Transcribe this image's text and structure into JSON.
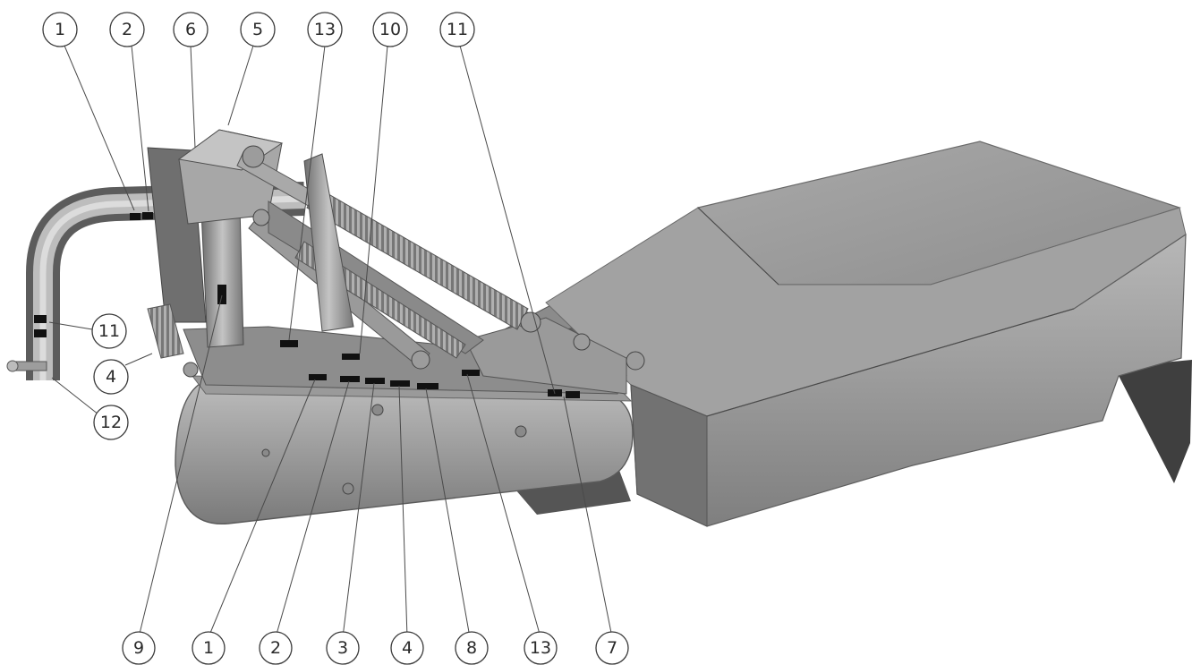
{
  "diagram": {
    "colors": {
      "metal_light": "#c9c9c9",
      "metal_mid": "#9d9d9d",
      "metal_dark": "#6c6c6c",
      "metal_shadow": "#4a4a4a",
      "outline": "#3a3a3a",
      "warning_label": "#111111"
    },
    "callouts": [
      {
        "id": "top-1",
        "number": "1"
      },
      {
        "id": "top-2",
        "number": "2"
      },
      {
        "id": "top-6",
        "number": "6"
      },
      {
        "id": "top-5",
        "number": "5"
      },
      {
        "id": "top-13",
        "number": "13"
      },
      {
        "id": "top-10",
        "number": "10"
      },
      {
        "id": "top-11",
        "number": "11"
      },
      {
        "id": "left-11",
        "number": "11"
      },
      {
        "id": "left-4",
        "number": "4"
      },
      {
        "id": "left-12",
        "number": "12"
      },
      {
        "id": "bottom-9",
        "number": "9"
      },
      {
        "id": "bottom-1",
        "number": "1"
      },
      {
        "id": "bottom-2",
        "number": "2"
      },
      {
        "id": "bottom-3",
        "number": "3"
      },
      {
        "id": "bottom-4",
        "number": "4"
      },
      {
        "id": "bottom-8",
        "number": "8"
      },
      {
        "id": "bottom-13",
        "number": "13"
      },
      {
        "id": "bottom-7",
        "number": "7"
      }
    ]
  }
}
